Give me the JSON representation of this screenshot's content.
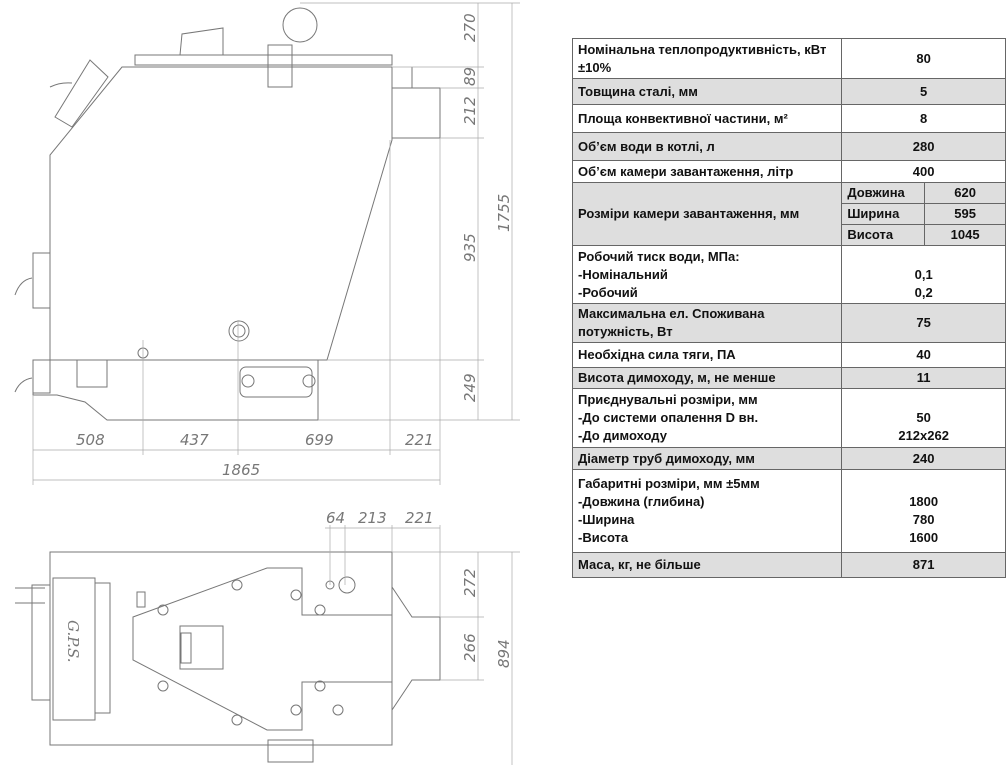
{
  "side_view": {
    "dims_vertical": [
      "270",
      "89",
      "212",
      "935",
      "249"
    ],
    "dim_total_height": "1755",
    "dims_horizontal": [
      "508",
      "437",
      "699",
      "221"
    ],
    "dim_total_length": "1865"
  },
  "top_view": {
    "dims_top": [
      "64",
      "213",
      "221"
    ],
    "dims_right": [
      "272",
      "266"
    ],
    "dim_total_width": "894",
    "logo_text": "G.P.S."
  },
  "spec_table": {
    "rows": [
      {
        "label": "Номінальна теплопродуктивність, кВт ±10%",
        "value": "80",
        "grey": false
      },
      {
        "label": "Товщина сталі, мм",
        "value": "5",
        "grey": true
      },
      {
        "label": "Площа конвективної частини, м²",
        "value": "8",
        "grey": false
      },
      {
        "label": "Об’єм води в котлі, л",
        "value": "280",
        "grey": true
      },
      {
        "label": "Об’єм камери завантаження, літр",
        "value": "400",
        "grey": false
      },
      {
        "label": "Розміри камери завантаження, мм",
        "grey": true,
        "sub": [
          {
            "name": "Довжина",
            "value": "620"
          },
          {
            "name": "Ширина",
            "value": "595"
          },
          {
            "name": "Висота",
            "value": "1045"
          }
        ]
      },
      {
        "label": "Робочий тиск води, МПа:",
        "lines": [
          {
            "label": "-Номінальний",
            "value": "0,1"
          },
          {
            "label": "-Робочий",
            "value": "0,2"
          }
        ],
        "grey": false
      },
      {
        "label": "Максимальна ел. Споживана потужність, Вт",
        "value": "75",
        "grey": true
      },
      {
        "label": "Необхідна сила тяги, ПА",
        "value": "40",
        "grey": false
      },
      {
        "label": "Висота димоходу, м, не менше",
        "value": "11",
        "grey": true
      },
      {
        "label": "Приєднувальні розміри, мм",
        "lines": [
          {
            "label": "-До системи опалення D вн.",
            "value": "50"
          },
          {
            "label": "-До димоходу",
            "value": "212x262"
          }
        ],
        "grey": false
      },
      {
        "label": "Діаметр труб димоходу, мм",
        "value": "240",
        "grey": true
      },
      {
        "label": "Габаритні розміри, мм ±5мм",
        "lines": [
          {
            "label": "-Довжина (глибина)",
            "value": "1800"
          },
          {
            "label": "-Ширина",
            "value": "780"
          },
          {
            "label": "-Висота",
            "value": "1600"
          }
        ],
        "grey": false
      },
      {
        "label": "Маса, кг, не більше",
        "value": "871",
        "grey": true
      }
    ]
  }
}
